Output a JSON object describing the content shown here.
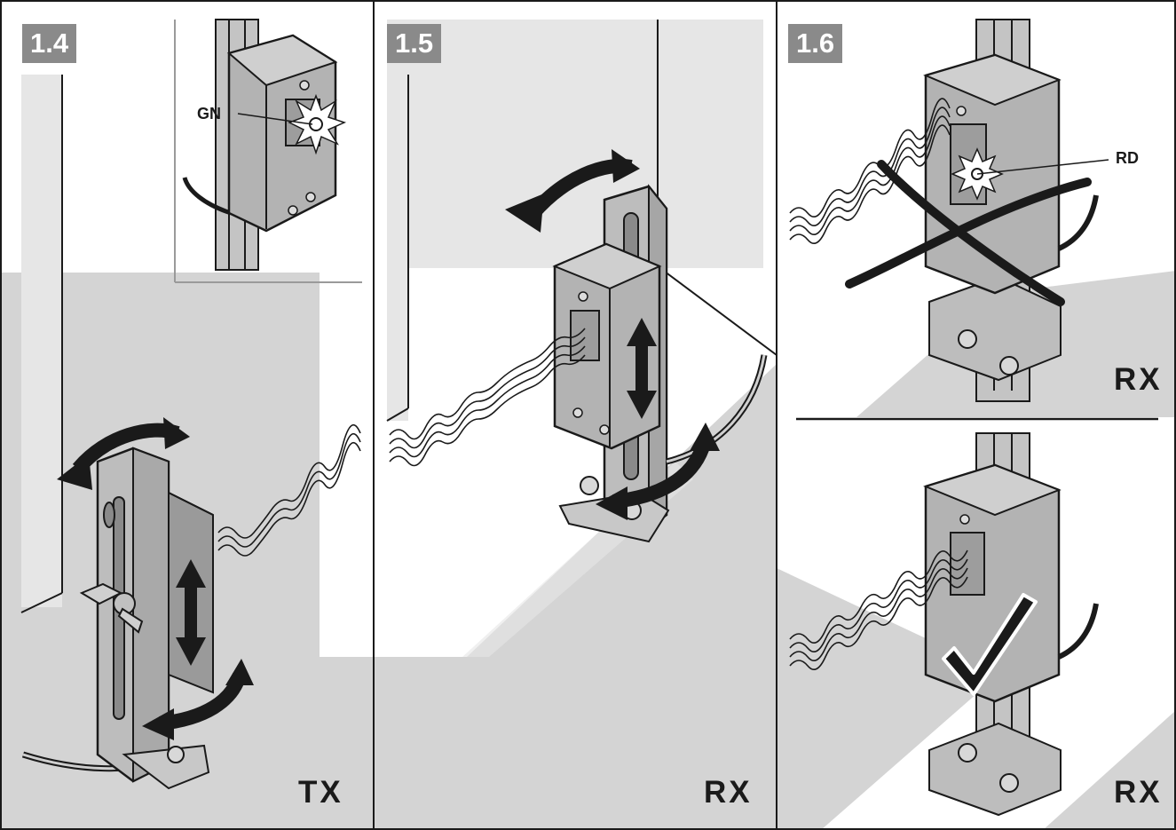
{
  "panels": [
    {
      "step": "1.4",
      "label": "TX",
      "callout": "GN"
    },
    {
      "step": "1.5",
      "label": "RX"
    },
    {
      "step": "1.6",
      "label_top": "RX",
      "label_bottom": "RX",
      "callout": "RD"
    }
  ],
  "colors": {
    "line": "#1a1a1a",
    "grey_band": "#d4d4d4",
    "light_wall": "#e6e6e6",
    "badge": "#8a8a8a",
    "metal": "#bdbdbd",
    "metal_dark": "#8f8f8f",
    "housing": "#b3b3b3"
  },
  "icons": [
    "led-flash-icon",
    "rotate-arrow-icon",
    "double-arrow-icon",
    "beam-wave-icon",
    "cross-icon",
    "check-icon",
    "wing-nut-icon",
    "screw-icon"
  ]
}
